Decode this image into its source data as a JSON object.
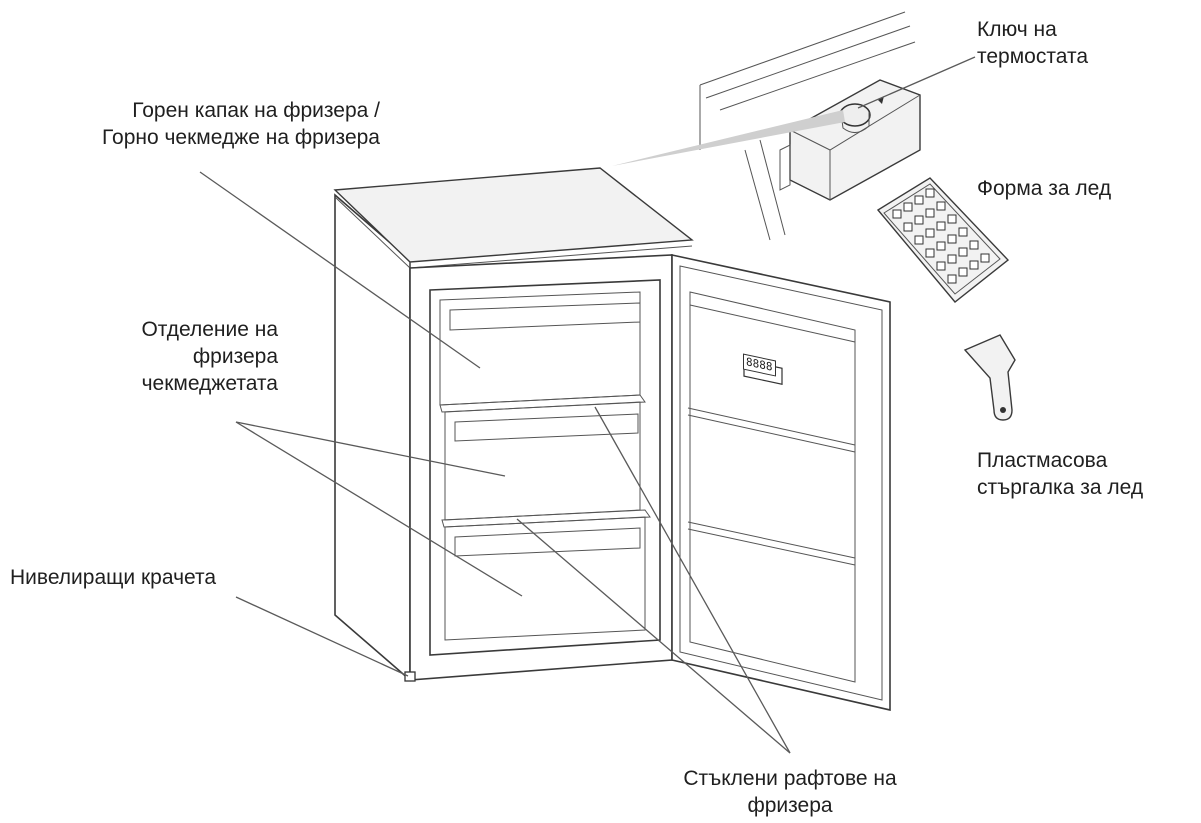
{
  "labels": {
    "top_lid": [
      "Горен капак на фризера /",
      "Горно чекмедже на фризера"
    ],
    "compartment": [
      "Отделение на",
      "фризера",
      "чекмеджетата"
    ],
    "feet": "Нивелиращи крачета",
    "thermostat": [
      "Ключ на",
      "термостата"
    ],
    "ice_tray": "Форма за лед",
    "scraper": [
      "Пластмасова",
      "стъргалка за лед"
    ],
    "shelves": [
      "Стъклени рафтове на",
      "фризера"
    ]
  },
  "door_display": "8888"
}
